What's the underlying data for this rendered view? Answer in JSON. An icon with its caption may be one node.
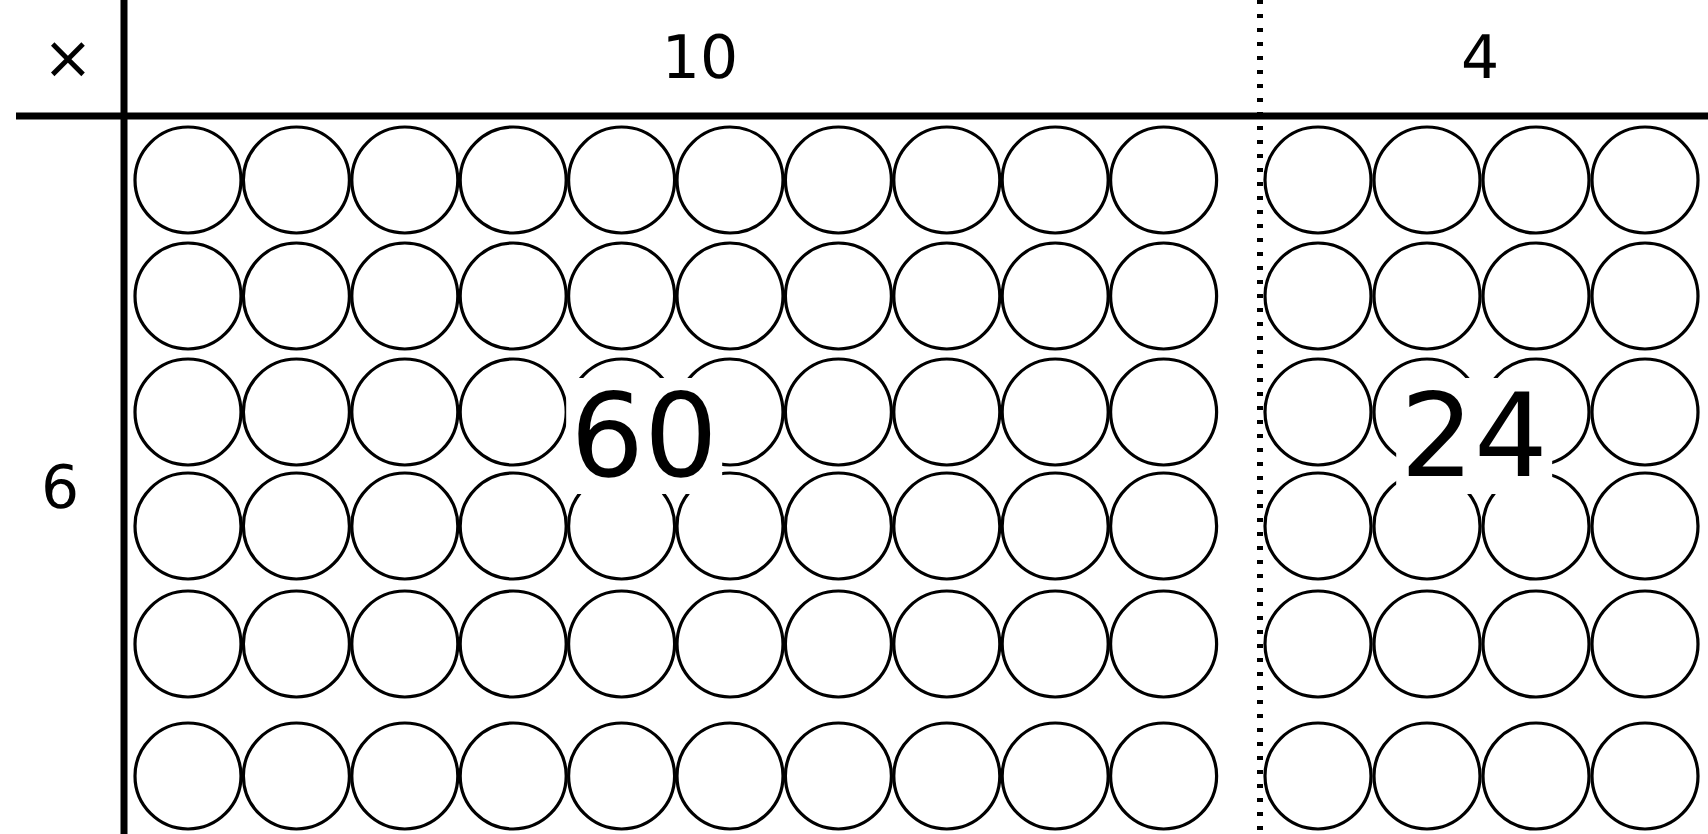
{
  "diagram": {
    "labels": [
      "×",
      "10",
      "4",
      "6",
      "60",
      "24"
    ]
  }
}
